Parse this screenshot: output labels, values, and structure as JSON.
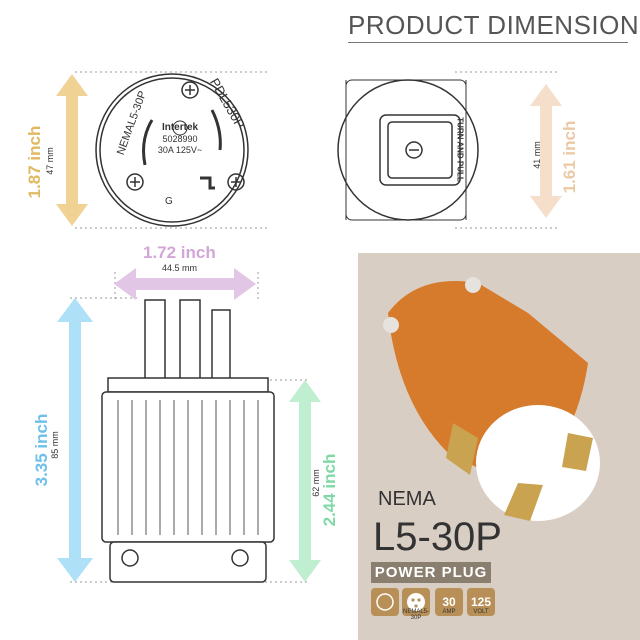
{
  "title": "PRODUCT DIMENSION",
  "colors": {
    "yellow": "#f0d294",
    "peach": "#f5dfca",
    "lavender": "#e2c6e5",
    "blue": "#aee0f7",
    "green": "#bfeed0",
    "panel": "#d9cec3",
    "plug_orange": "#d67a2c",
    "badge": "#b89057"
  },
  "dims": {
    "face_height": {
      "inch": "1.87 inch",
      "mm": "47 mm"
    },
    "side_height": {
      "inch": "1.61 inch",
      "mm": "41 mm"
    },
    "prong_width": {
      "inch": "1.72 inch",
      "mm": "44.5 mm"
    },
    "total_length": {
      "inch": "3.35 inch",
      "mm": "85 mm"
    },
    "body_length": {
      "inch": "2.44 inch",
      "mm": "62 mm"
    }
  },
  "face": {
    "model_text": "NEMAL5-30P",
    "brand_text": "PDL530P",
    "cert": "Intertek",
    "number": "5028990",
    "rating": "30A 125V~",
    "ground": "G"
  },
  "side": {
    "label": "TURN AND PULL"
  },
  "product": {
    "nema": "NEMA",
    "model": "L5-30P",
    "type": "POWER PLUG",
    "badges": [
      {
        "value": "",
        "caption": "",
        "icon": "etl-listed-icon"
      },
      {
        "value": "",
        "caption": "NEMAL5-30P",
        "icon": "plug-face-icon"
      },
      {
        "value": "30",
        "caption": "AMP"
      },
      {
        "value": "125",
        "caption": "VOLT"
      }
    ]
  }
}
